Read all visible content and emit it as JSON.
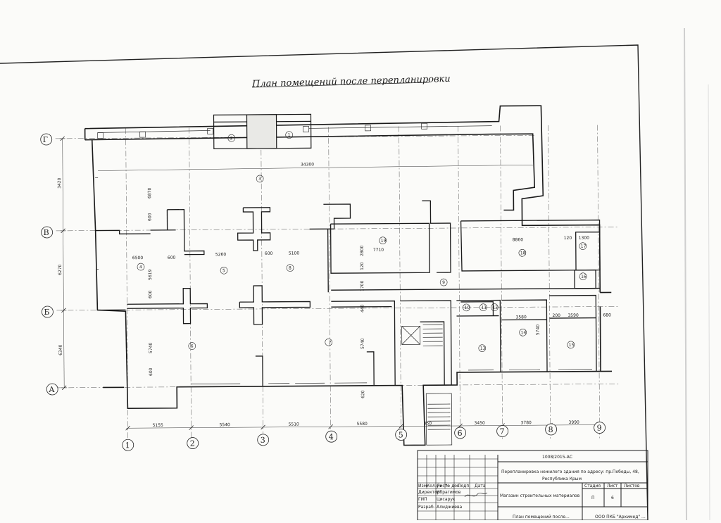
{
  "drawing": {
    "title": "План помещений после перепланировки",
    "overall_dim": "34300",
    "axes_rows": [
      "Г",
      "В",
      "Б",
      "А"
    ],
    "axes_cols": [
      "1",
      "2",
      "3",
      "4",
      "5",
      "6",
      "7",
      "8",
      "9"
    ],
    "bottom_dims": [
      "5155",
      "5540",
      "5510",
      "5580",
      "350",
      "3450",
      "3780",
      "3990"
    ],
    "left_dims": [
      "3420",
      "6270",
      "6340"
    ],
    "inner_dims": {
      "d6870": "6870",
      "d600a": "600",
      "d6500": "6500",
      "d600b": "600",
      "d5260": "5260",
      "d600c": "600",
      "d5100": "5100",
      "d5619": "5619",
      "d600d": "600",
      "d5740a": "5740",
      "d600e": "600",
      "d2800": "2800",
      "d7710": "7710",
      "d120a": "120",
      "d1700": "1700",
      "d440": "440",
      "d5740b": "5740",
      "d620": "620",
      "d8860": "8860",
      "d120b": "120",
      "d1300": "1300",
      "d3580": "3580",
      "d200": "200",
      "d3590": "3590",
      "d680": "680",
      "d5740c": "5740"
    },
    "rooms": [
      "1",
      "2",
      "3",
      "4",
      "5",
      "6",
      "7",
      "8",
      "9",
      "10",
      "11",
      "12",
      "13",
      "14",
      "15",
      "16",
      "17",
      "18",
      "19"
    ]
  },
  "stamp": {
    "code": "1008/2015-АС",
    "object": "Перепланировка нежилого здания по адресу: пр.Победы, 48,",
    "region": "Республика Крым",
    "hdr": [
      "Изм.",
      "Кол.уч",
      "Лист",
      "№ док.",
      "Подп.",
      "Дата"
    ],
    "roles": [
      "Директор",
      "ГИП",
      "Разраб."
    ],
    "names": [
      "Ибрагимов",
      "Цисарук",
      "Алиджиева"
    ],
    "store": "Магазин строительных материалов",
    "col_stage": "Стадия",
    "col_sheet": "Лист",
    "col_sheets": "Листов",
    "stage": "П",
    "sheet": "6",
    "plan": "План помещений после...",
    "org": "ООО ПКБ \"Архимед\" ..."
  }
}
